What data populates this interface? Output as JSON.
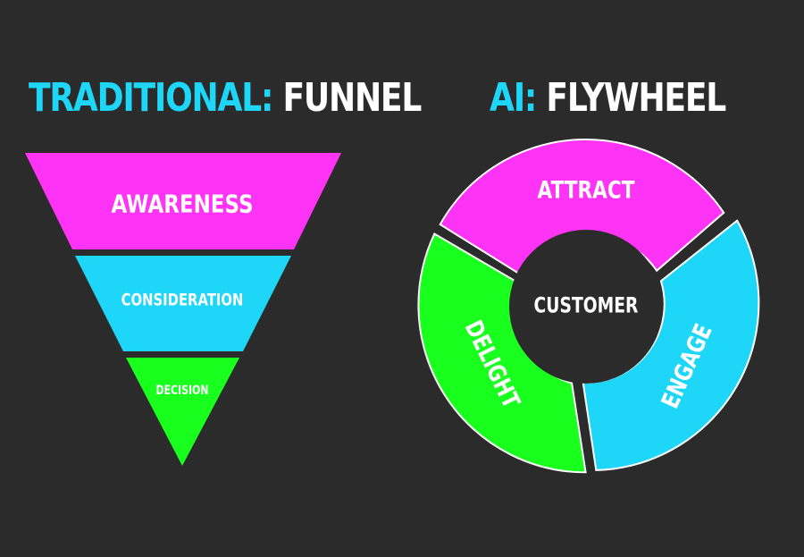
{
  "funnel": {
    "title_prefix": "TRADITIONAL:",
    "title_suffix": "FUNNEL",
    "stages": [
      {
        "label": "AWARENESS",
        "color": "#ff33f5"
      },
      {
        "label": "CONSIDERATION",
        "color": "#1ed6f7"
      },
      {
        "label": "DECISION",
        "color": "#19ff1e"
      }
    ]
  },
  "flywheel": {
    "title_prefix": "AI:",
    "title_suffix": "FLYWHEEL",
    "center_label": "CUSTOMER",
    "segments": [
      {
        "label": "ATTRACT",
        "color": "#ff33f5"
      },
      {
        "label": "ENGAGE",
        "color": "#1ed6f7"
      },
      {
        "label": "DELIGHT",
        "color": "#19ff1e"
      }
    ]
  },
  "colors": {
    "background": "#2b2b2b",
    "accent": "#1ed6f7",
    "center": "#2b2b2b"
  }
}
